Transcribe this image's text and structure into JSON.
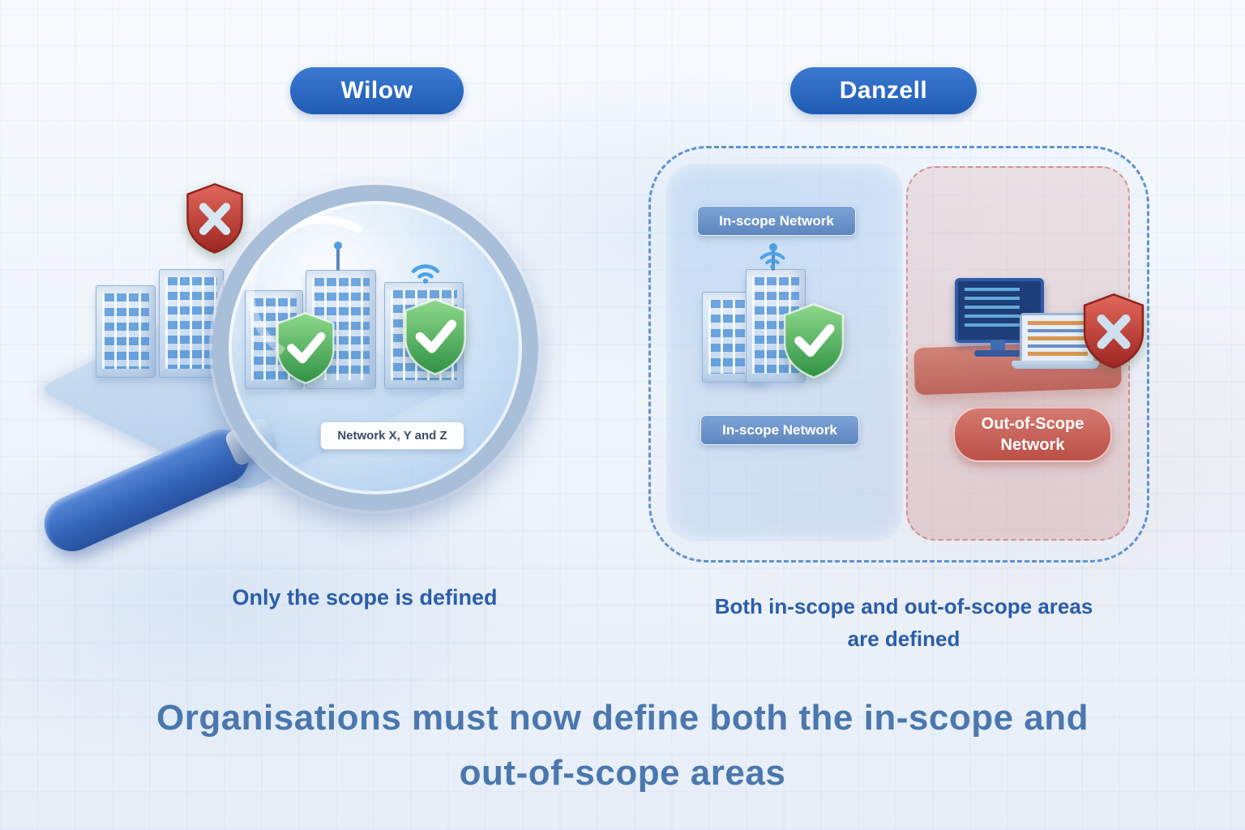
{
  "badges": {
    "left": "Wilow",
    "right": "Danzell"
  },
  "left_panel": {
    "lens_label": "Network X, Y and Z",
    "caption": "Only the scope is defined"
  },
  "right_panel": {
    "in_scope_top": "In-scope Network",
    "in_scope_bottom": "In-scope Network",
    "out_of_scope_line1": "Out-of-Scope",
    "out_of_scope_line2": "Network",
    "caption_line1": "Both in-scope and out-of-scope areas",
    "caption_line2": "are defined"
  },
  "footer": {
    "line1": "Organisations must now define both the in-scope and",
    "line2": "out-of-scope areas"
  },
  "colors": {
    "badge_blue": "#2468c0",
    "accent_text": "#2b5da9",
    "in_scope_blue": "#5b8fd6",
    "out_of_scope_red": "#c2564e",
    "shield_green": "#2f9244",
    "shield_red": "#9c2620"
  }
}
